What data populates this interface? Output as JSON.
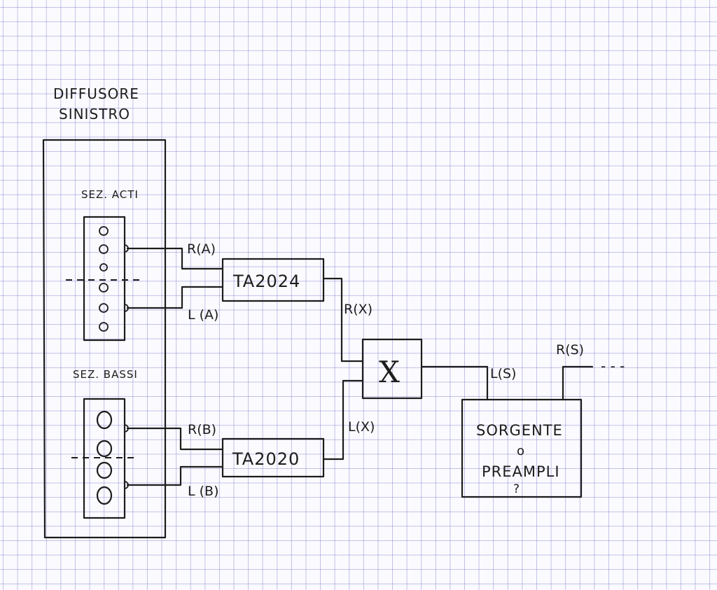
{
  "speaker": {
    "title_line1": "DIFFUSORE",
    "title_line2": "SINISTRO"
  },
  "sections": {
    "acuti": "SEZ. ACTI",
    "bassi": "SEZ. BASSI"
  },
  "blocks": {
    "amp_a": "TA2024",
    "amp_b": "TA2020",
    "crossover": "X",
    "source_line1": "SORGENTE",
    "source_line2": "o",
    "source_line3": "PREAMPLI",
    "source_line4": "?"
  },
  "wires": {
    "ra": "R(A)",
    "la": "L (A)",
    "rb": "R(B)",
    "lb": "L (B)",
    "rx": "R(X)",
    "lx": "L(X)",
    "ls": "L(S)",
    "rs": "R(S)",
    "continuation": "- - -"
  }
}
